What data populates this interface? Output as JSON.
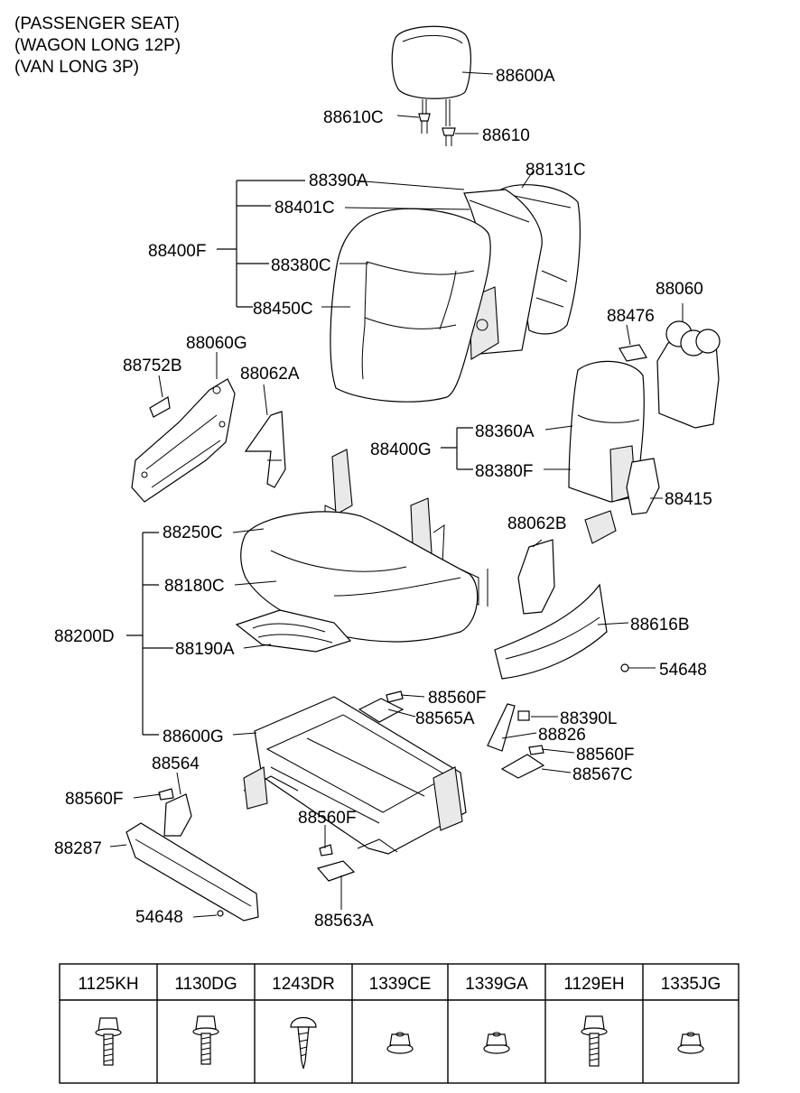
{
  "header": {
    "line1": "(PASSENGER SEAT)",
    "line2": "(WAGON LONG 12P)",
    "line3": "(VAN LONG 3P)"
  },
  "labels": {
    "p88600A": "88600A",
    "p88610C": "88610C",
    "p88610": "88610",
    "p88390A": "88390A",
    "p88131C": "88131C",
    "p88401C": "88401C",
    "p88400F": "88400F",
    "p88380C": "88380C",
    "p88450C": "88450C",
    "p88060": "88060",
    "p88476": "88476",
    "p88060G": "88060G",
    "p88752B": "88752B",
    "p88062A": "88062A",
    "p88360A": "88360A",
    "p88400G": "88400G",
    "p88380F": "88380F",
    "p88415": "88415",
    "p88250C": "88250C",
    "p88062B": "88062B",
    "p88180C": "88180C",
    "p88616B": "88616B",
    "p88200D": "88200D",
    "p88190A": "88190A",
    "p54648a": "54648",
    "p88560Fa": "88560F",
    "p88565A": "88565A",
    "p88390L": "88390L",
    "p88826": "88826",
    "p88600G": "88600G",
    "p88560Fb": "88560F",
    "p88567C": "88567C",
    "p88564": "88564",
    "p88560Fc": "88560F",
    "p88560Fd": "88560F",
    "p88287": "88287",
    "p54648b": "54648",
    "p88563A": "88563A"
  },
  "fasteners": [
    {
      "code": "1125KH",
      "icon": "hex-flange-bolt-icon"
    },
    {
      "code": "1130DG",
      "icon": "hex-washer-bolt-icon"
    },
    {
      "code": "1243DR",
      "icon": "tapping-screw-icon"
    },
    {
      "code": "1339CE",
      "icon": "flange-nut-icon"
    },
    {
      "code": "1339GA",
      "icon": "flange-nut-icon"
    },
    {
      "code": "1129EH",
      "icon": "hex-flange-bolt-icon"
    },
    {
      "code": "1335JG",
      "icon": "flange-nut-icon"
    }
  ]
}
